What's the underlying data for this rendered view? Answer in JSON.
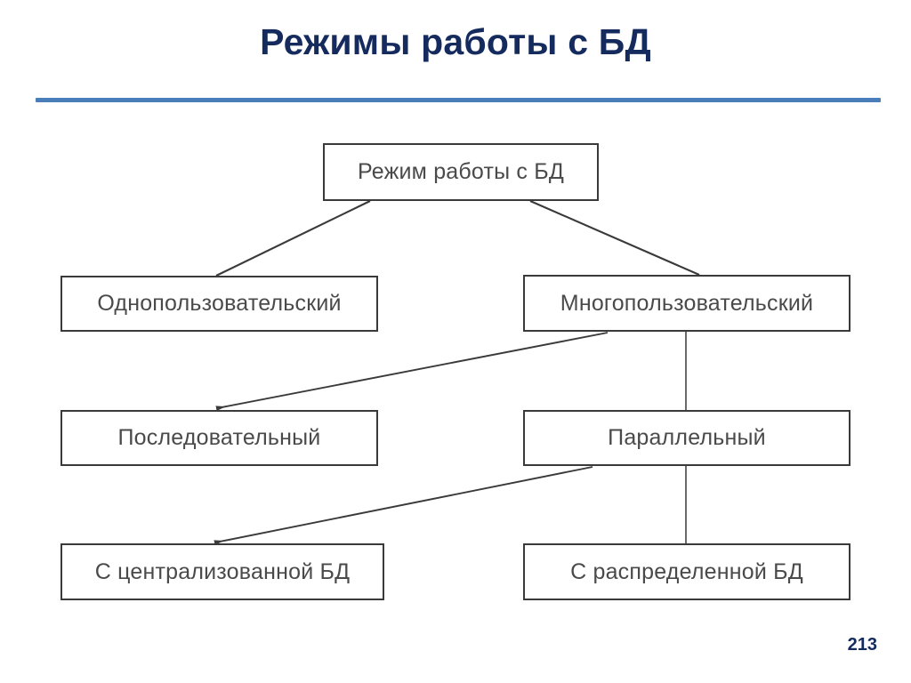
{
  "slide": {
    "title": "Режимы работы с БД",
    "page_number": "213",
    "title_color": "#152b5e",
    "rule_color": "#4a7ebb"
  },
  "diagram": {
    "type": "tree-hierarchy",
    "line_color": "#3a3a3a",
    "box_border_color": "#3a3a3a",
    "box_fill": "#ffffff",
    "label_color": "#4a4a4a",
    "nodes": [
      {
        "id": "root",
        "label": "Режим работы с БД",
        "level": 0,
        "column": "center"
      },
      {
        "id": "single",
        "label": "Однопользовательский",
        "level": 1,
        "column": "left"
      },
      {
        "id": "multi",
        "label": "Многопользовательский",
        "level": 1,
        "column": "right"
      },
      {
        "id": "sequential",
        "label": "Последовательный",
        "level": 2,
        "column": "left"
      },
      {
        "id": "parallel",
        "label": "Параллельный",
        "level": 2,
        "column": "right"
      },
      {
        "id": "centralized",
        "label": "С централизованной БД",
        "level": 3,
        "column": "left"
      },
      {
        "id": "distributed",
        "label": "С распределенной БД",
        "level": 3,
        "column": "right"
      }
    ],
    "edges": [
      {
        "from": "root",
        "to": "single",
        "style": "diagonal",
        "arrow": false
      },
      {
        "from": "root",
        "to": "multi",
        "style": "diagonal",
        "arrow": false
      },
      {
        "from": "multi",
        "to": "sequential",
        "style": "diagonal",
        "arrow": true
      },
      {
        "from": "multi",
        "to": "parallel",
        "style": "vertical",
        "arrow": false
      },
      {
        "from": "parallel",
        "to": "centralized",
        "style": "diagonal",
        "arrow": true
      },
      {
        "from": "parallel",
        "to": "distributed",
        "style": "vertical",
        "arrow": false
      }
    ]
  }
}
